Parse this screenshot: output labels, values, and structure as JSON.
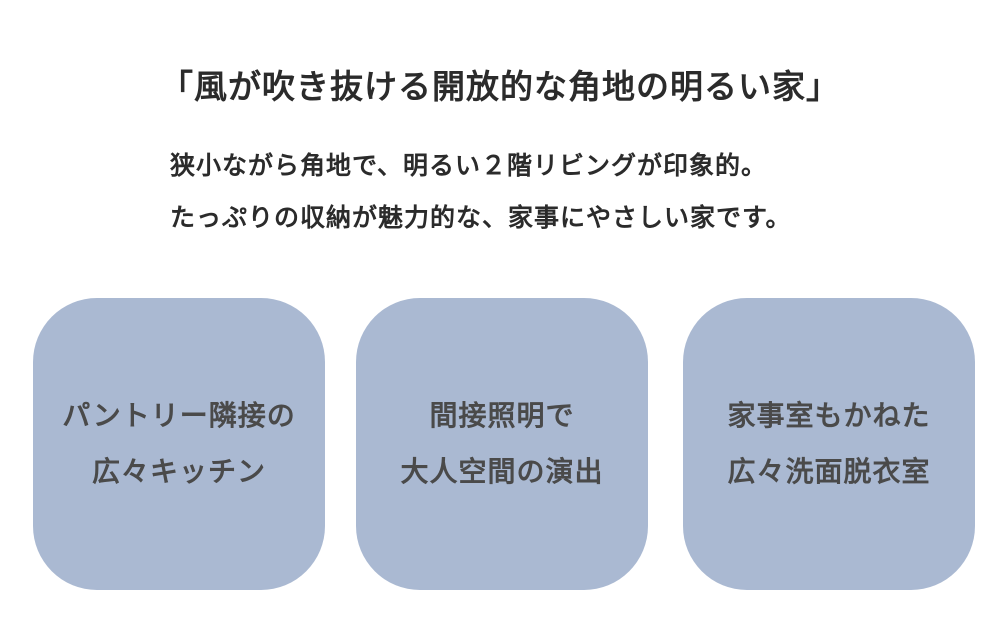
{
  "colors": {
    "card_background": "#aab9d2",
    "text": "#2b2b2b",
    "card_text": "#4a4a4a"
  },
  "headline": "「風が吹き抜ける開放的な角地の明るい家」",
  "description": {
    "lines": [
      "狭小ながら角地で、明るい２階リビングが印象的。",
      "たっぷりの収納が魅力的な、家事にやさしい家です。"
    ]
  },
  "features": [
    {
      "lines": [
        "パントリー隣接の",
        "広々キッチン"
      ]
    },
    {
      "lines": [
        "間接照明で",
        "大人空間の演出"
      ]
    },
    {
      "lines": [
        "家事室もかねた",
        "広々洗面脱衣室"
      ]
    }
  ]
}
